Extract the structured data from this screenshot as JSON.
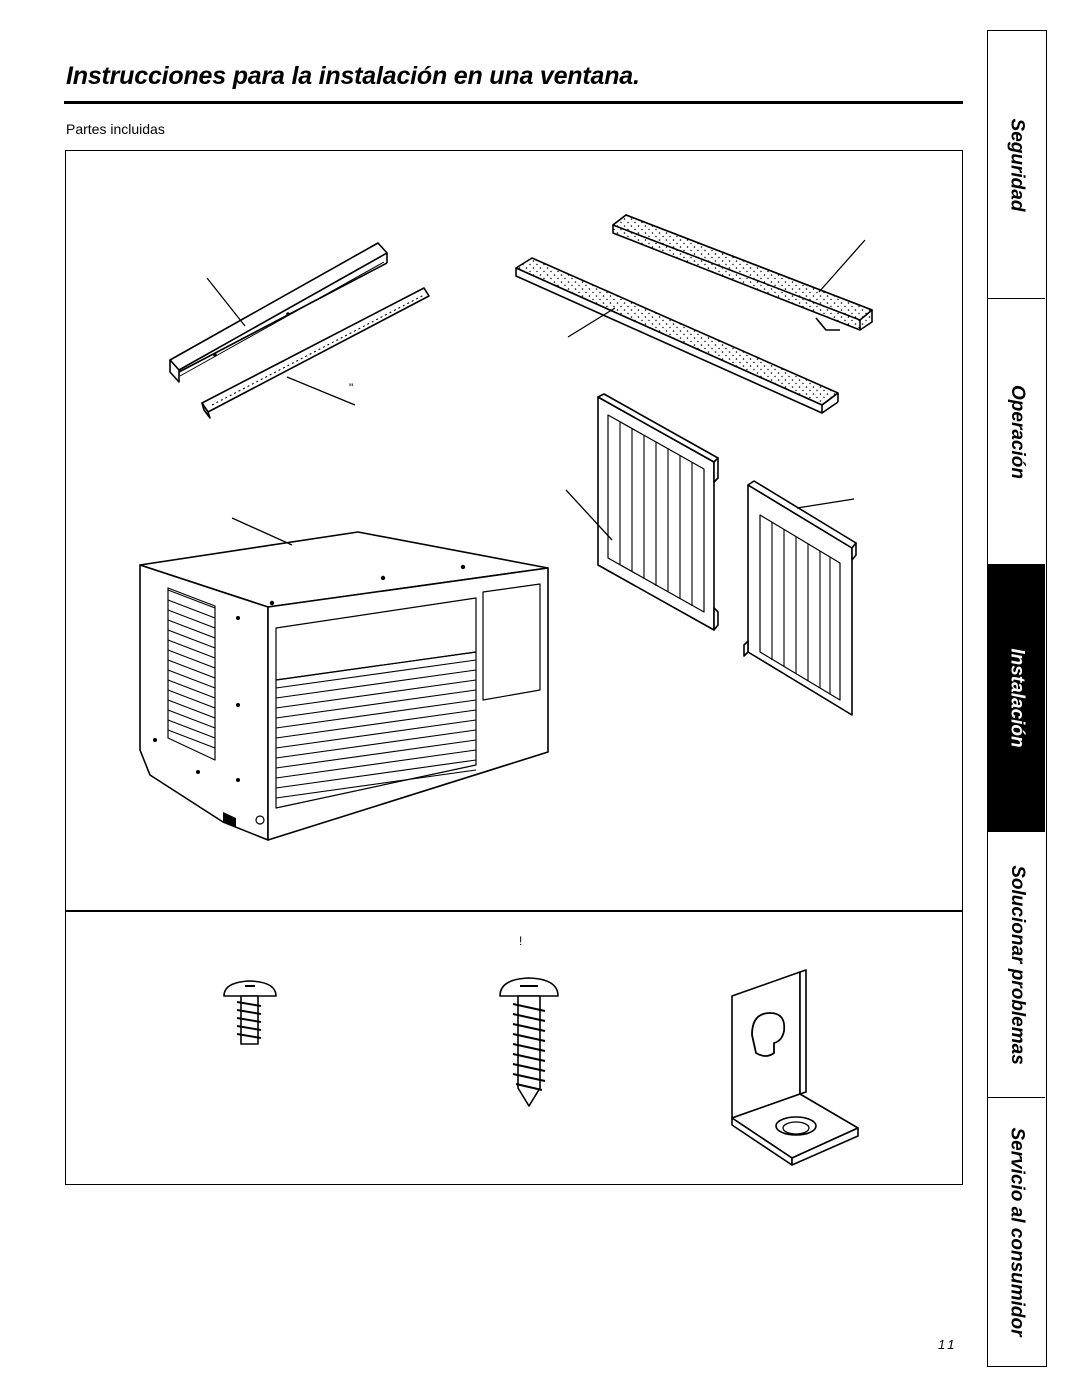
{
  "page": {
    "title": "Instrucciones para la instalación en una ventana.",
    "subtitle": "Partes incluidas",
    "stray_marks": [
      "\"",
      "!"
    ],
    "page_number": "11"
  },
  "side_tabs": [
    {
      "label": "Seguridad",
      "active": false
    },
    {
      "label": "Operación",
      "active": false
    },
    {
      "label": "Instalación",
      "active": true
    },
    {
      "label": "Solucionar problemas",
      "active": false
    },
    {
      "label": "Servicio al consumidor",
      "active": false
    }
  ],
  "illustrations": {
    "upper": [
      "top-rail-icon",
      "sill-strip-icon",
      "foam-strip-icon",
      "foam-strip-icon",
      "air-conditioner-icon",
      "side-panel-left-icon",
      "side-panel-right-icon"
    ],
    "lower": [
      "short-screw-icon",
      "long-screw-icon",
      "l-bracket-icon"
    ]
  },
  "colors": {
    "ink": "#000000",
    "paper": "#ffffff",
    "active_tab": "#000000"
  }
}
